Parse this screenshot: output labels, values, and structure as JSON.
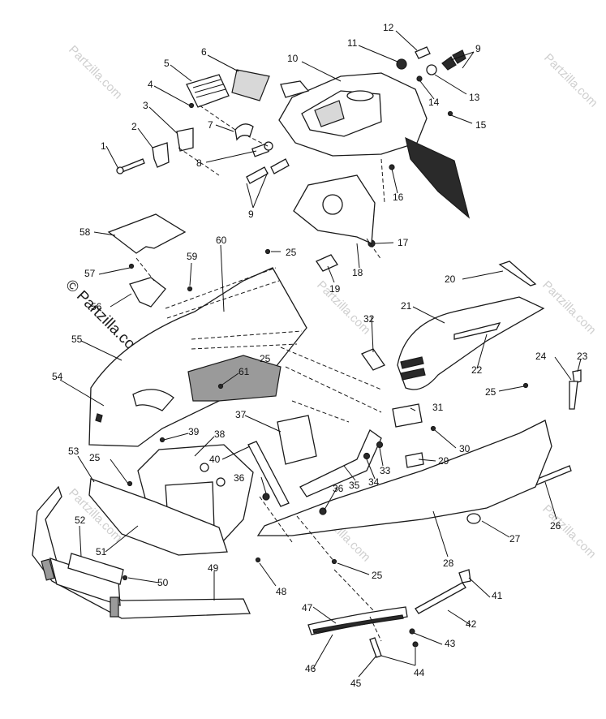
{
  "watermark": {
    "text": "Partzilla.com",
    "prominent_text": "© Partzilla.com"
  },
  "callouts": [
    "1",
    "2",
    "3",
    "4",
    "5",
    "6",
    "7",
    "8",
    "9",
    "9",
    "10",
    "11",
    "12",
    "13",
    "14",
    "15",
    "16",
    "17",
    "18",
    "19",
    "20",
    "21",
    "22",
    "23",
    "24",
    "25",
    "25",
    "25",
    "25",
    "25",
    "26",
    "27",
    "28",
    "29",
    "30",
    "31",
    "32",
    "33",
    "34",
    "35",
    "36",
    "36",
    "37",
    "38",
    "39",
    "40",
    "41",
    "42",
    "43",
    "44",
    "45",
    "46",
    "47",
    "48",
    "49",
    "50",
    "51",
    "52",
    "53",
    "54",
    "55",
    "56",
    "57",
    "58",
    "59",
    "60",
    "61"
  ],
  "colors": {
    "line": "#1a1a1a",
    "background": "#ffffff",
    "watermark": "#cfcfcf"
  }
}
